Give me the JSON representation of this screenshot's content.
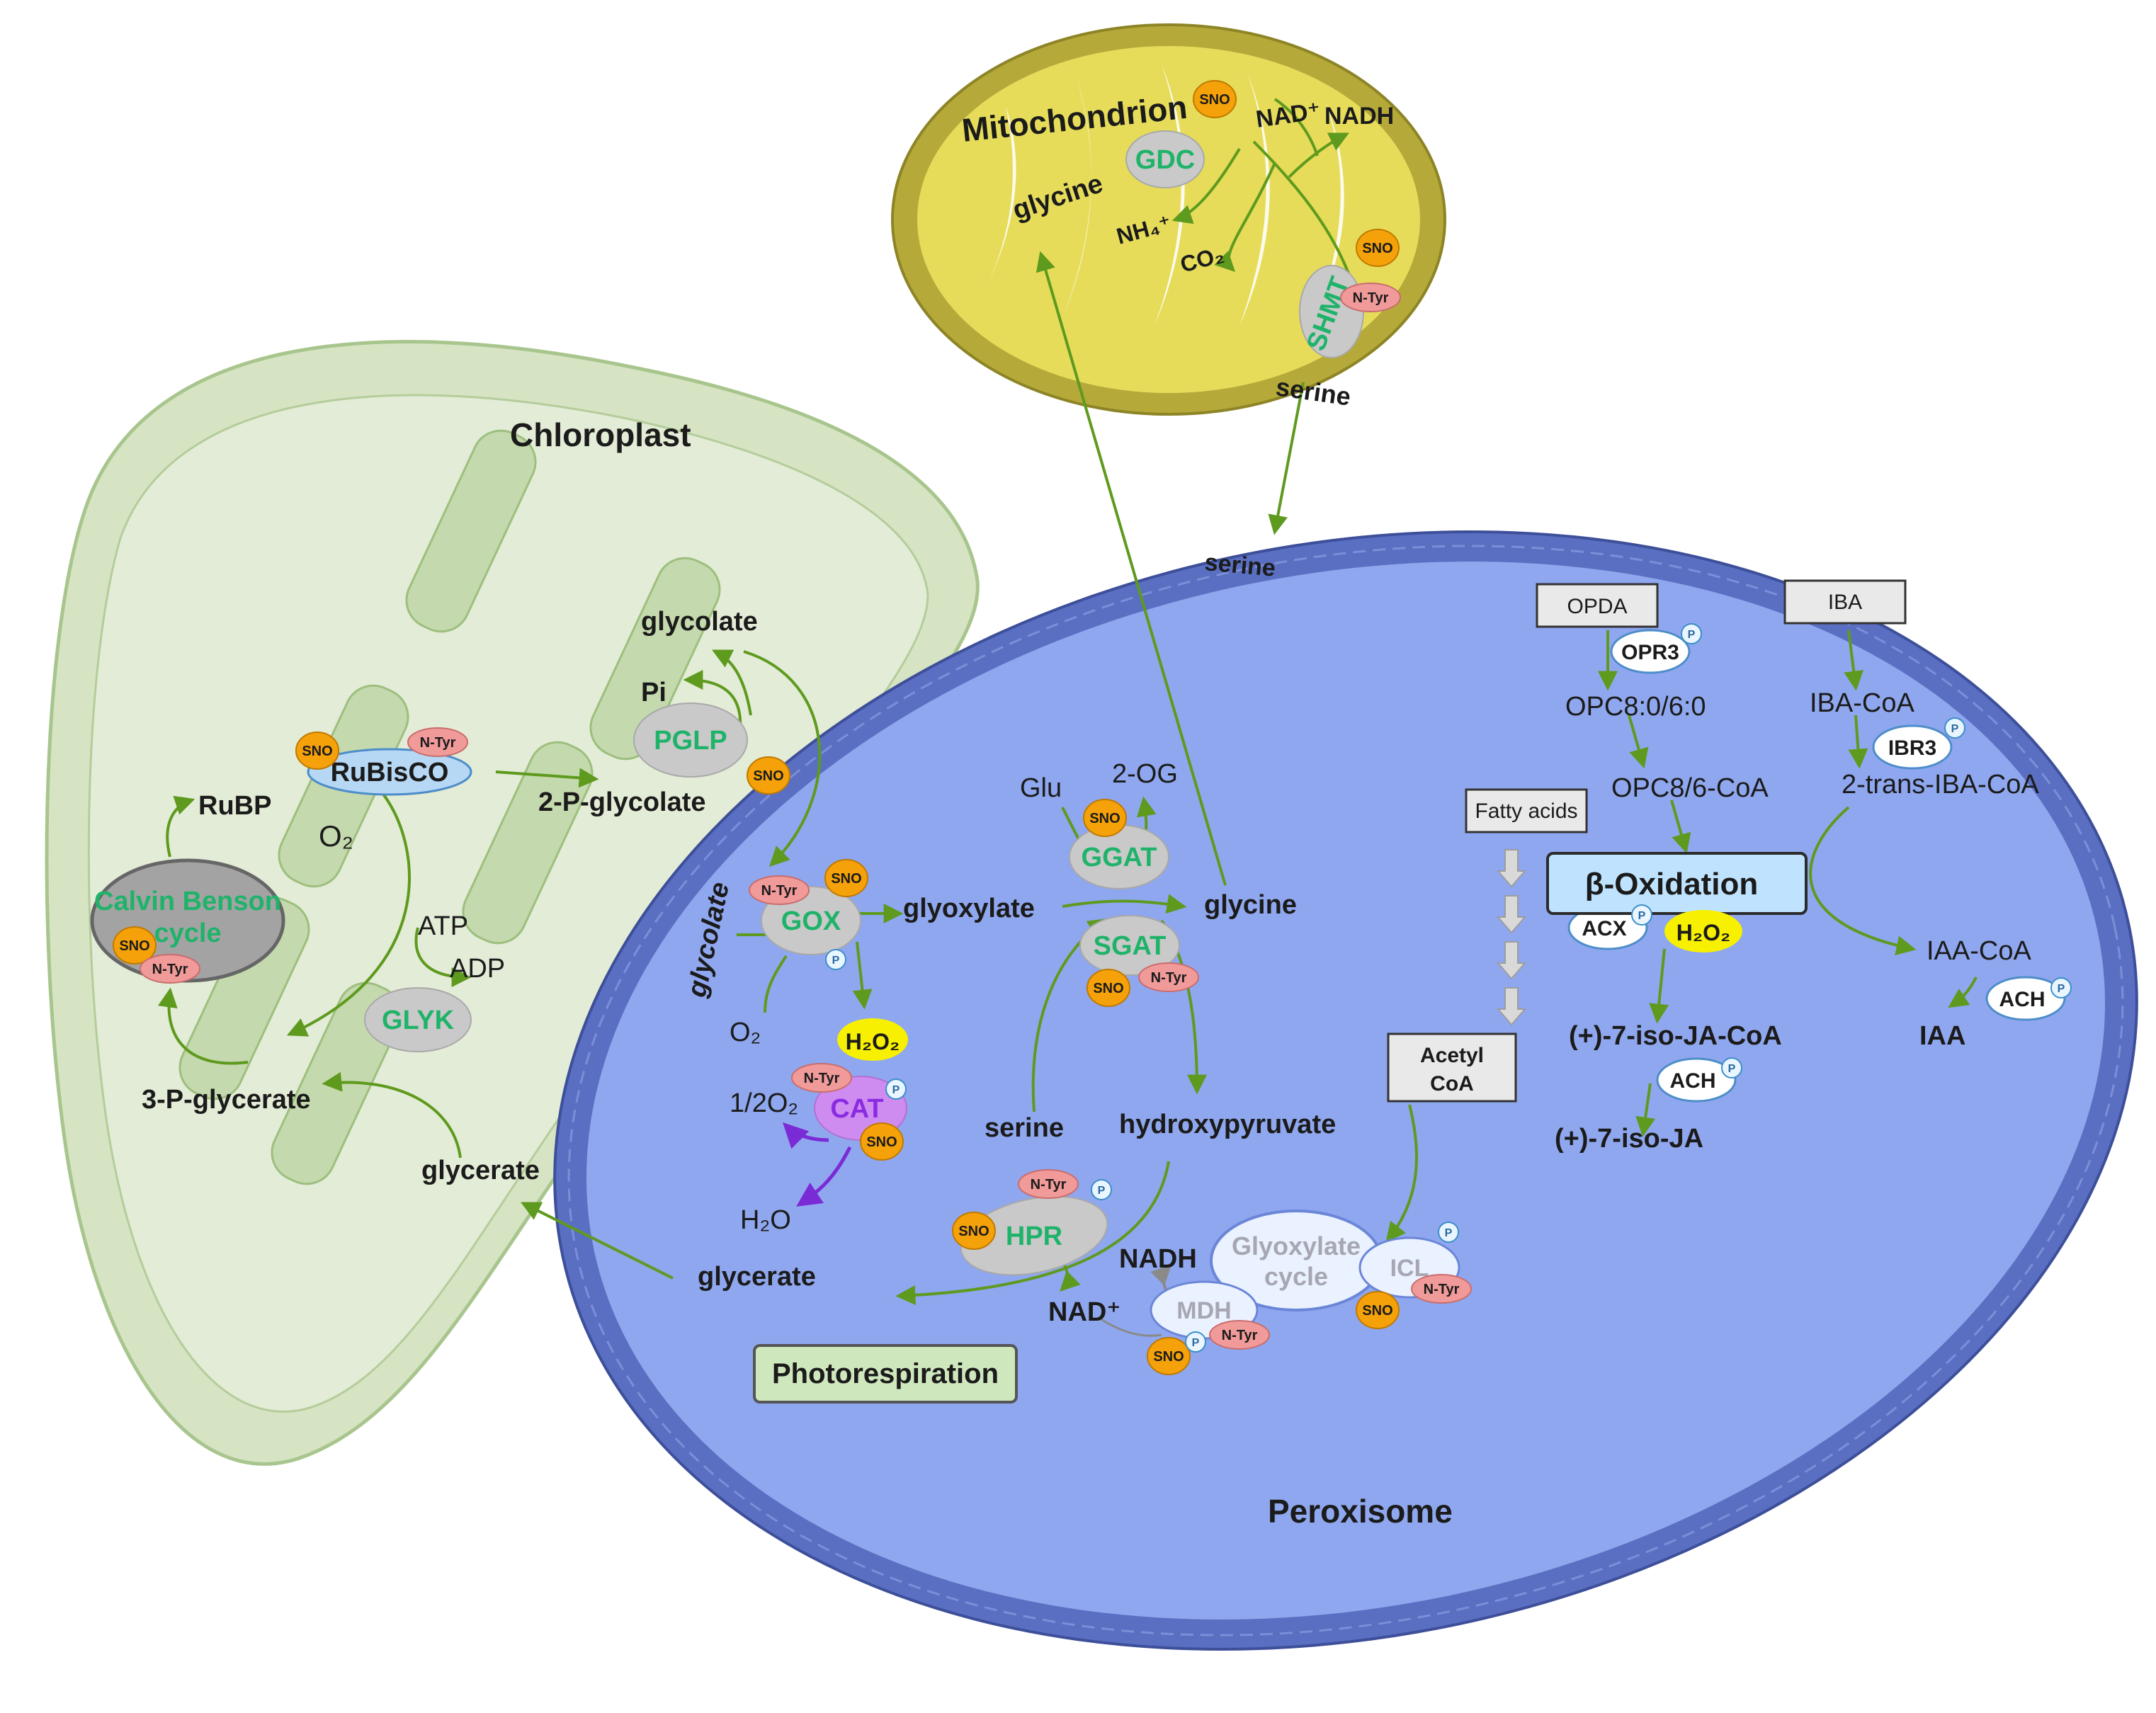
{
  "compartments": {
    "mitochondrion": "Mitochondrion",
    "chloroplast": "Chloroplast",
    "peroxisome": "Peroxisome"
  },
  "labels": {
    "glycine_mito": "glycine",
    "nh4": "NH₄⁺",
    "co2": "CO₂",
    "nad_mito": "NAD⁺",
    "nadh_mito": "NADH",
    "serine_mito": "serine",
    "serine_out": "serine",
    "glycolate_chl": "glycolate",
    "pi": "Pi",
    "rubp": "RuBP",
    "o2_chl": "O₂",
    "two_p_glycolate": "2-P-glycolate",
    "atp": "ATP",
    "adp": "ADP",
    "three_p_glycerate": "3-P-glycerate",
    "glycerate_chl": "glycerate",
    "glycolate_perox": "glycolate",
    "glyoxylate": "glyoxylate",
    "o2_perox": "O₂",
    "h2o2_cat": "H₂O₂",
    "half_o2": "1/2O₂",
    "h2o": "H₂O",
    "glu": "Glu",
    "two_og": "2-OG",
    "glycine_perox": "glycine",
    "serine_perox": "serine",
    "hydroxypyruvate": "hydroxypyruvate",
    "glycerate_perox": "glycerate",
    "nadh_perox": "NADH",
    "nad_perox": "NAD⁺",
    "opda": "OPDA",
    "iba": "IBA",
    "opc8": "OPC8:0/6:0",
    "opc8coa": "OPC8/6-CoA",
    "iba_coa": "IBA-CoA",
    "trans_iba_coa": "2-trans-IBA-CoA",
    "fatty_acids": "Fatty acids",
    "beta_ox": "β-Oxidation",
    "h2o2_beta": "H₂O₂",
    "iaa_coa": "IAA-CoA",
    "iaa": "IAA",
    "iso_ja_coa": "(+)-7-iso-JA-CoA",
    "iso_ja": "(+)-7-iso-JA",
    "acetyl_coa_1": "Acetyl",
    "acetyl_coa_2": "CoA",
    "glyox_cycle_1": "Glyoxylate",
    "glyox_cycle_2": "cycle",
    "photorespiration": "Photorespiration",
    "calvin_1": "Calvin Benson",
    "calvin_2": "cycle"
  },
  "enzymes": {
    "gdc": "GDC",
    "shmt": "SHMT",
    "rubisco": "RuBisCO",
    "pglp": "PGLP",
    "glyk": "GLYK",
    "gox": "GOX",
    "cat": "CAT",
    "ggat": "GGAT",
    "sgat": "SGAT",
    "hpr": "HPR",
    "mdh": "MDH",
    "icl": "ICL",
    "opr3": "OPR3",
    "ibr3": "IBR3",
    "acx": "ACX",
    "ach1": "ACH",
    "ach2": "ACH"
  },
  "modifications": {
    "sno": "SNO",
    "ntyr": "N-Tyr",
    "p": "P"
  },
  "colors": {
    "mito_outer": "#b5a93a",
    "mito_inner": "#e6dc5a",
    "chloro_fill": "#d6e4c4",
    "perox_fill": "#8fa7ee",
    "perox_border": "#5a6fc2",
    "arrow": "#5e9a1e",
    "enzyme_text": "#1fb36a",
    "sno": "#f4a10a",
    "ntyr": "#f19a9a",
    "h2o2": "#f7f000",
    "cat_purple": "#cf8cf0"
  }
}
